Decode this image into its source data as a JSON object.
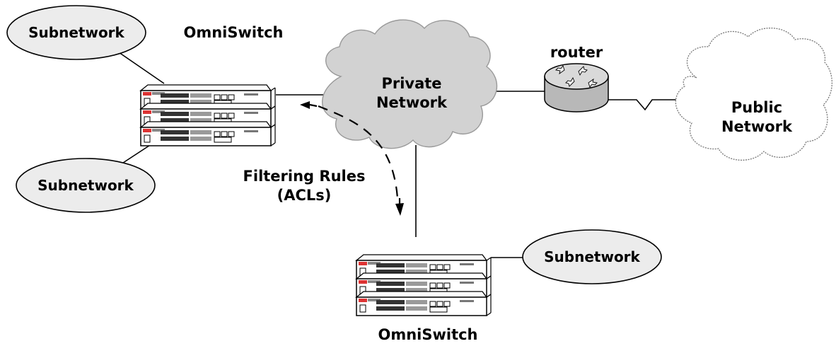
{
  "labels": {
    "subnetwork_top_left": "Subnetwork",
    "subnetwork_bottom_left": "Subnetwork",
    "subnetwork_right": "Subnetwork",
    "omniswitch_top": "OmniSwitch",
    "omniswitch_bottom": "OmniSwitch",
    "router": "router",
    "private_network_line1": "Private",
    "private_network_line2": "Network",
    "public_network_line1": "Public",
    "public_network_line2": "Network",
    "filtering_rules_line1": "Filtering Rules",
    "filtering_rules_line2": "(ACLs)"
  },
  "colors": {
    "subnetwork_fill": "#ececec",
    "private_cloud_fill": "#d2d2d2",
    "public_cloud_fill": "#ffffff",
    "router_fill": "#c4c4c4",
    "switch_fill": "#ffffff",
    "stroke": "#000000"
  },
  "icons": {
    "switch": "omniswitch-stack-icon",
    "router": "router-icon",
    "cloud": "cloud-icon"
  }
}
